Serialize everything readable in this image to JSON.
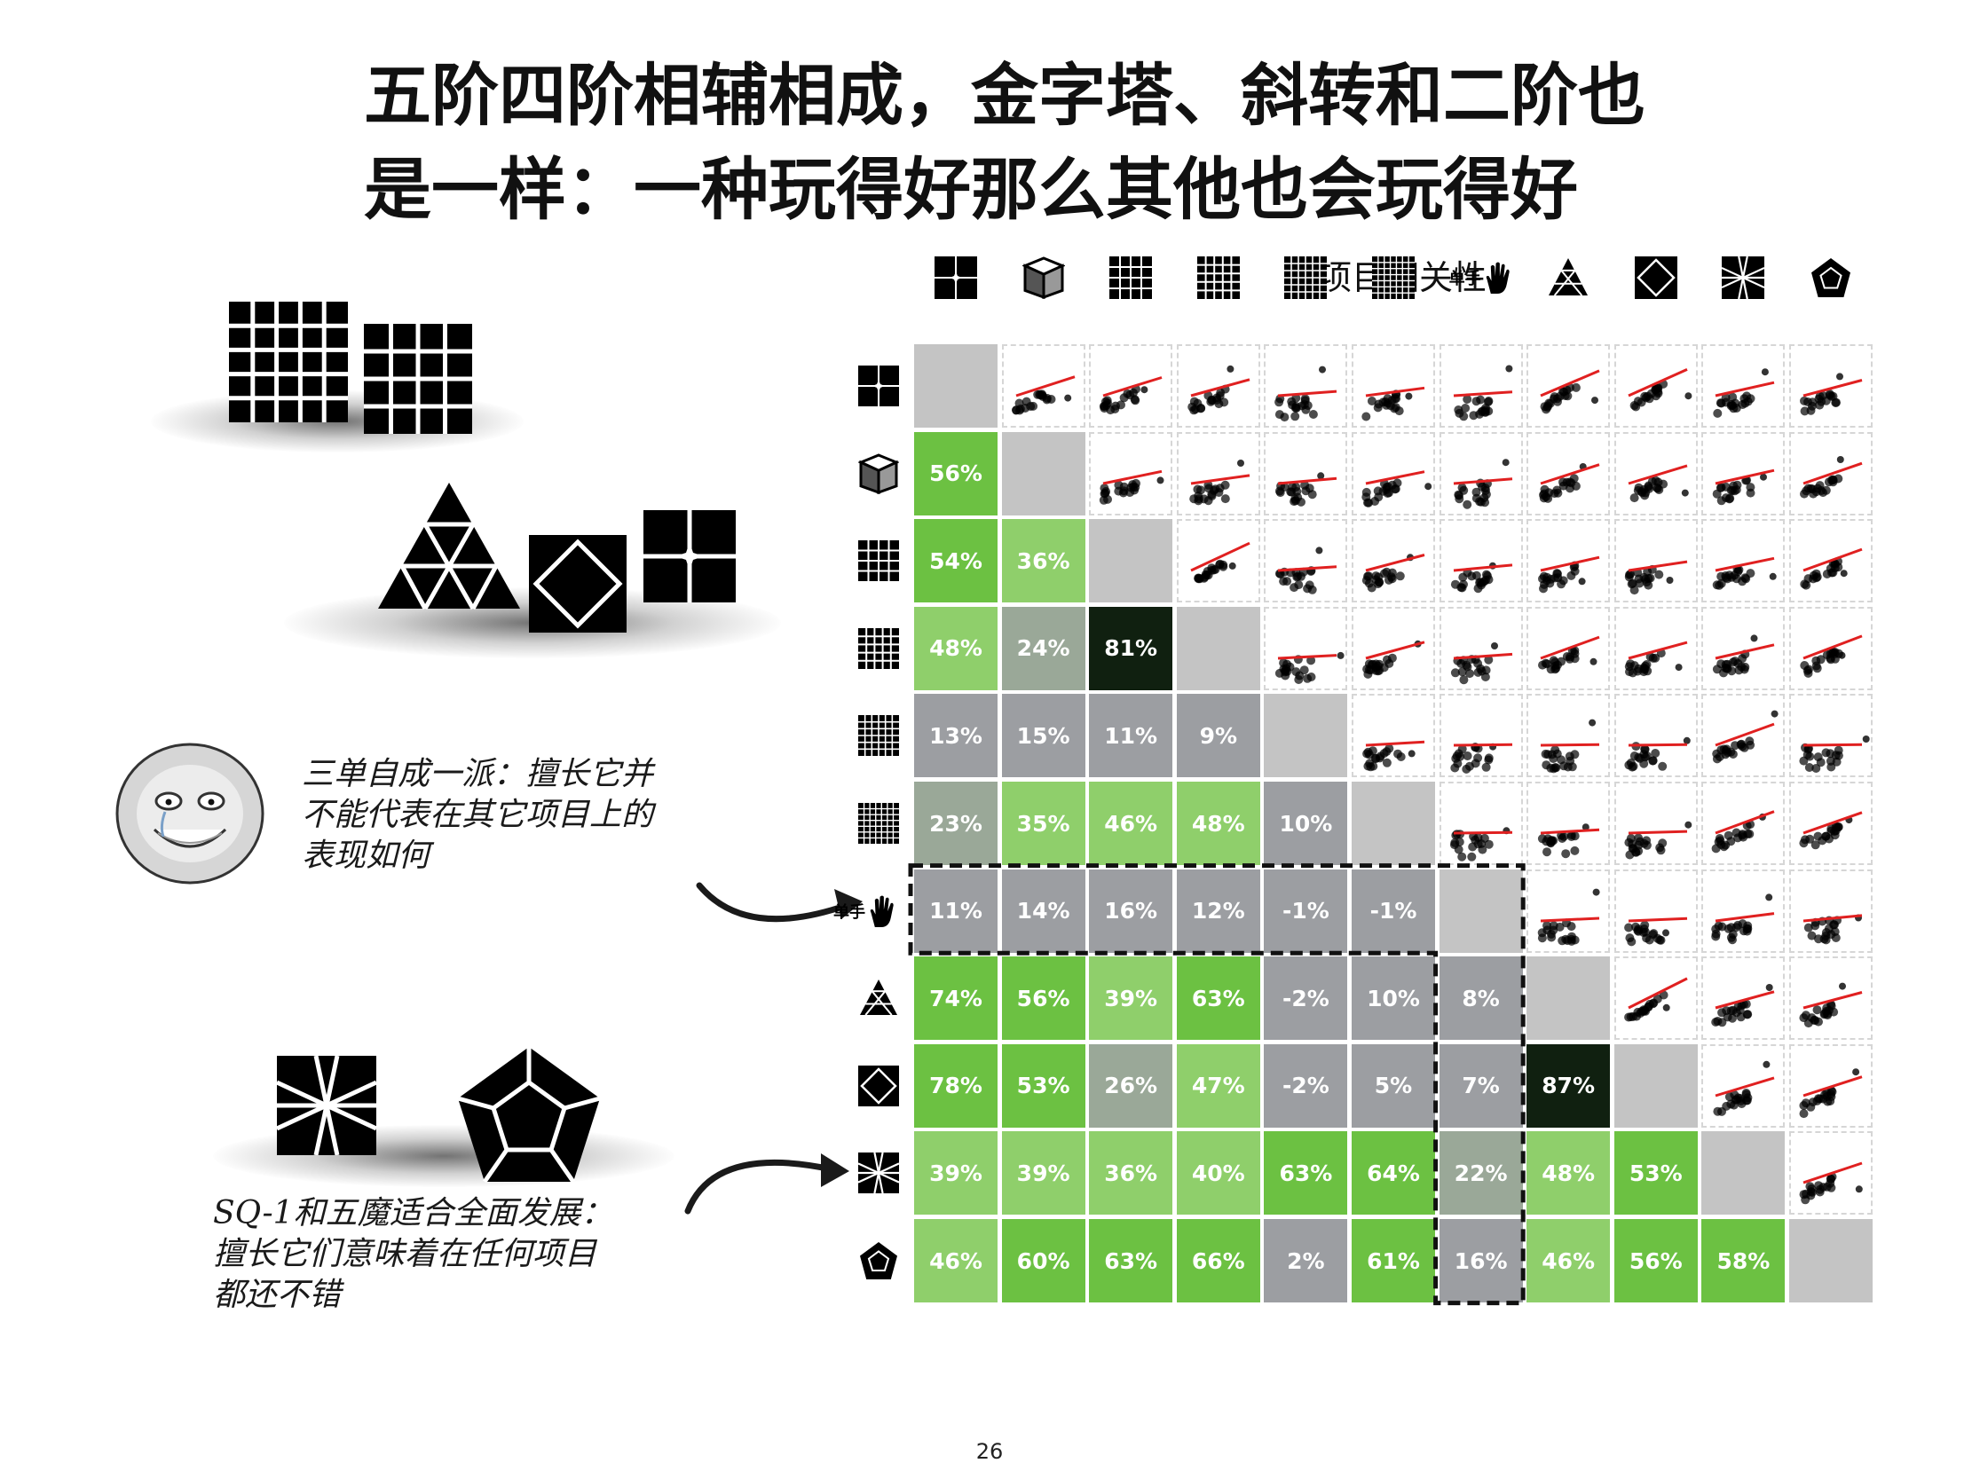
{
  "title": {
    "line1": "五阶四阶相辅相成，金字塔、斜转和二阶也",
    "line2": "是一样：一种玩得好那么其他也会玩得好"
  },
  "notes": {
    "oh_note": [
      "三单自成一派：擅长它并",
      "不能代表在其它项目上的",
      "表现如何"
    ],
    "sq1_note": [
      "SQ-1和五魔适合全面发展：",
      "擅长它们意味着在任何项目",
      "都还不错"
    ]
  },
  "matrix": {
    "title": "项目相关性",
    "events": [
      {
        "icon": "2x2-icon",
        "label": ""
      },
      {
        "icon": "3x3-cube-icon",
        "label": ""
      },
      {
        "icon": "4x4-icon",
        "label": ""
      },
      {
        "icon": "5x5-icon",
        "label": ""
      },
      {
        "icon": "6x6-icon",
        "label": ""
      },
      {
        "icon": "7x7-icon",
        "label": ""
      },
      {
        "icon": "one-hand-icon",
        "label": "单手"
      },
      {
        "icon": "pyraminx-icon",
        "label": ""
      },
      {
        "icon": "skewb-icon",
        "label": ""
      },
      {
        "icon": "sq1-icon",
        "label": ""
      },
      {
        "icon": "megaminx-icon",
        "label": ""
      }
    ],
    "correlations": [
      [
        null,
        null,
        null,
        null,
        null,
        null,
        null,
        null,
        null,
        null,
        null
      ],
      [
        "56%",
        null,
        null,
        null,
        null,
        null,
        null,
        null,
        null,
        null,
        null
      ],
      [
        "54%",
        "36%",
        null,
        null,
        null,
        null,
        null,
        null,
        null,
        null,
        null
      ],
      [
        "48%",
        "24%",
        "81%",
        null,
        null,
        null,
        null,
        null,
        null,
        null,
        null
      ],
      [
        "13%",
        "15%",
        "11%",
        "9%",
        null,
        null,
        null,
        null,
        null,
        null,
        null
      ],
      [
        "23%",
        "35%",
        "46%",
        "48%",
        "10%",
        null,
        null,
        null,
        null,
        null,
        null
      ],
      [
        "11%",
        "14%",
        "16%",
        "12%",
        "-1%",
        "-1%",
        null,
        null,
        null,
        null,
        null
      ],
      [
        "74%",
        "56%",
        "39%",
        "63%",
        "-2%",
        "10%",
        "8%",
        null,
        null,
        null,
        null
      ],
      [
        "78%",
        "53%",
        "26%",
        "47%",
        "-2%",
        "5%",
        "7%",
        "87%",
        null,
        null,
        null
      ],
      [
        "39%",
        "39%",
        "36%",
        "40%",
        "63%",
        "64%",
        "22%",
        "48%",
        "53%",
        null,
        null
      ],
      [
        "46%",
        "60%",
        "63%",
        "66%",
        "2%",
        "61%",
        "16%",
        "46%",
        "56%",
        "58%",
        null
      ]
    ],
    "colors": {
      "diagonal": "#c4c4c4",
      "strong": "#102010",
      "green_dark": "#6cc142",
      "green_light": "#8fcf6b",
      "neutral": "#9aa898",
      "weak": "#9c9ea2",
      "fit_line": "#e02020",
      "point": "#000000"
    }
  },
  "page_number": "26"
}
